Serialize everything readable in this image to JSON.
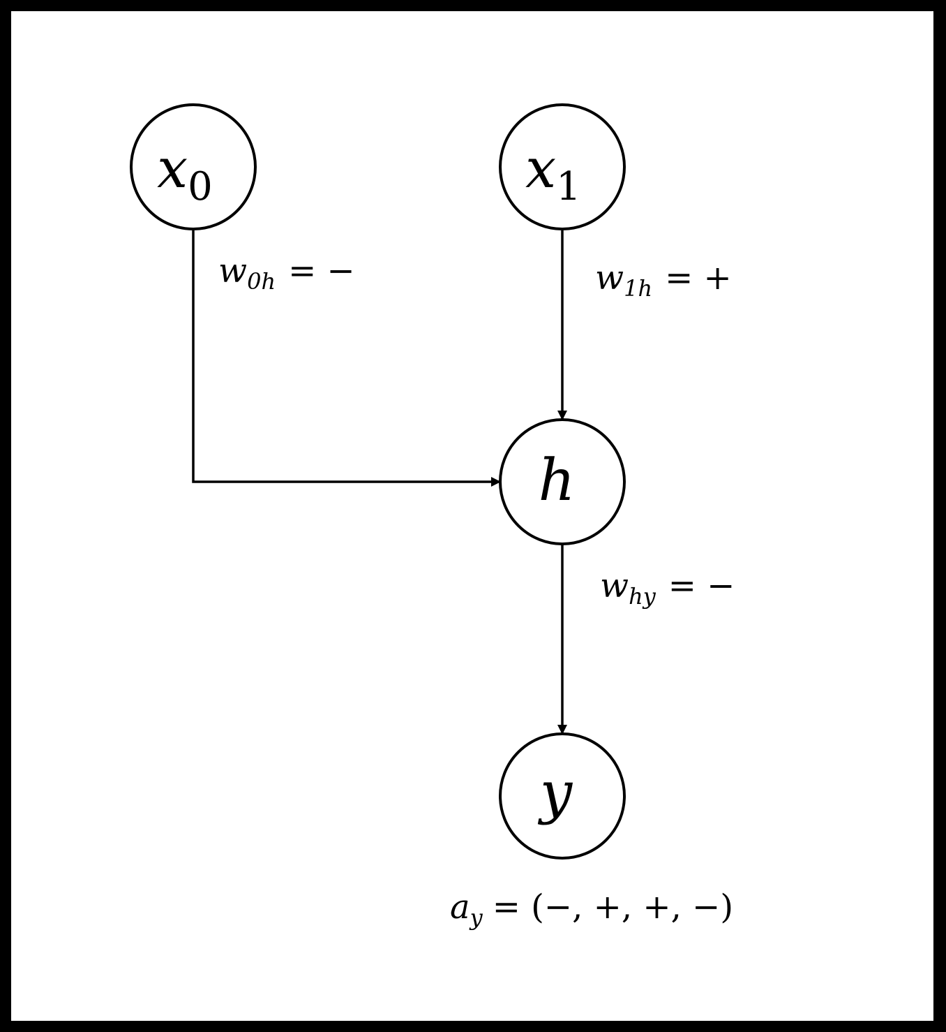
{
  "colors": {
    "border": "#000000",
    "background": "#ffffff",
    "stroke": "#000000"
  },
  "nodes": {
    "x0": {
      "base": "x",
      "sub": "0"
    },
    "x1": {
      "base": "x",
      "sub": "1"
    },
    "h": {
      "base": "h",
      "sub": ""
    },
    "y": {
      "base": "y",
      "sub": ""
    }
  },
  "edges": {
    "w0h": {
      "base": "w",
      "sub": "0h",
      "rhs": "= −"
    },
    "w1h": {
      "base": "w",
      "sub": "1h",
      "rhs": "= +"
    },
    "why": {
      "base": "w",
      "sub": "hy",
      "rhs": "= −"
    }
  },
  "output": {
    "base": "a",
    "sub": "y",
    "rhs": "= (−, +, +, −)"
  }
}
